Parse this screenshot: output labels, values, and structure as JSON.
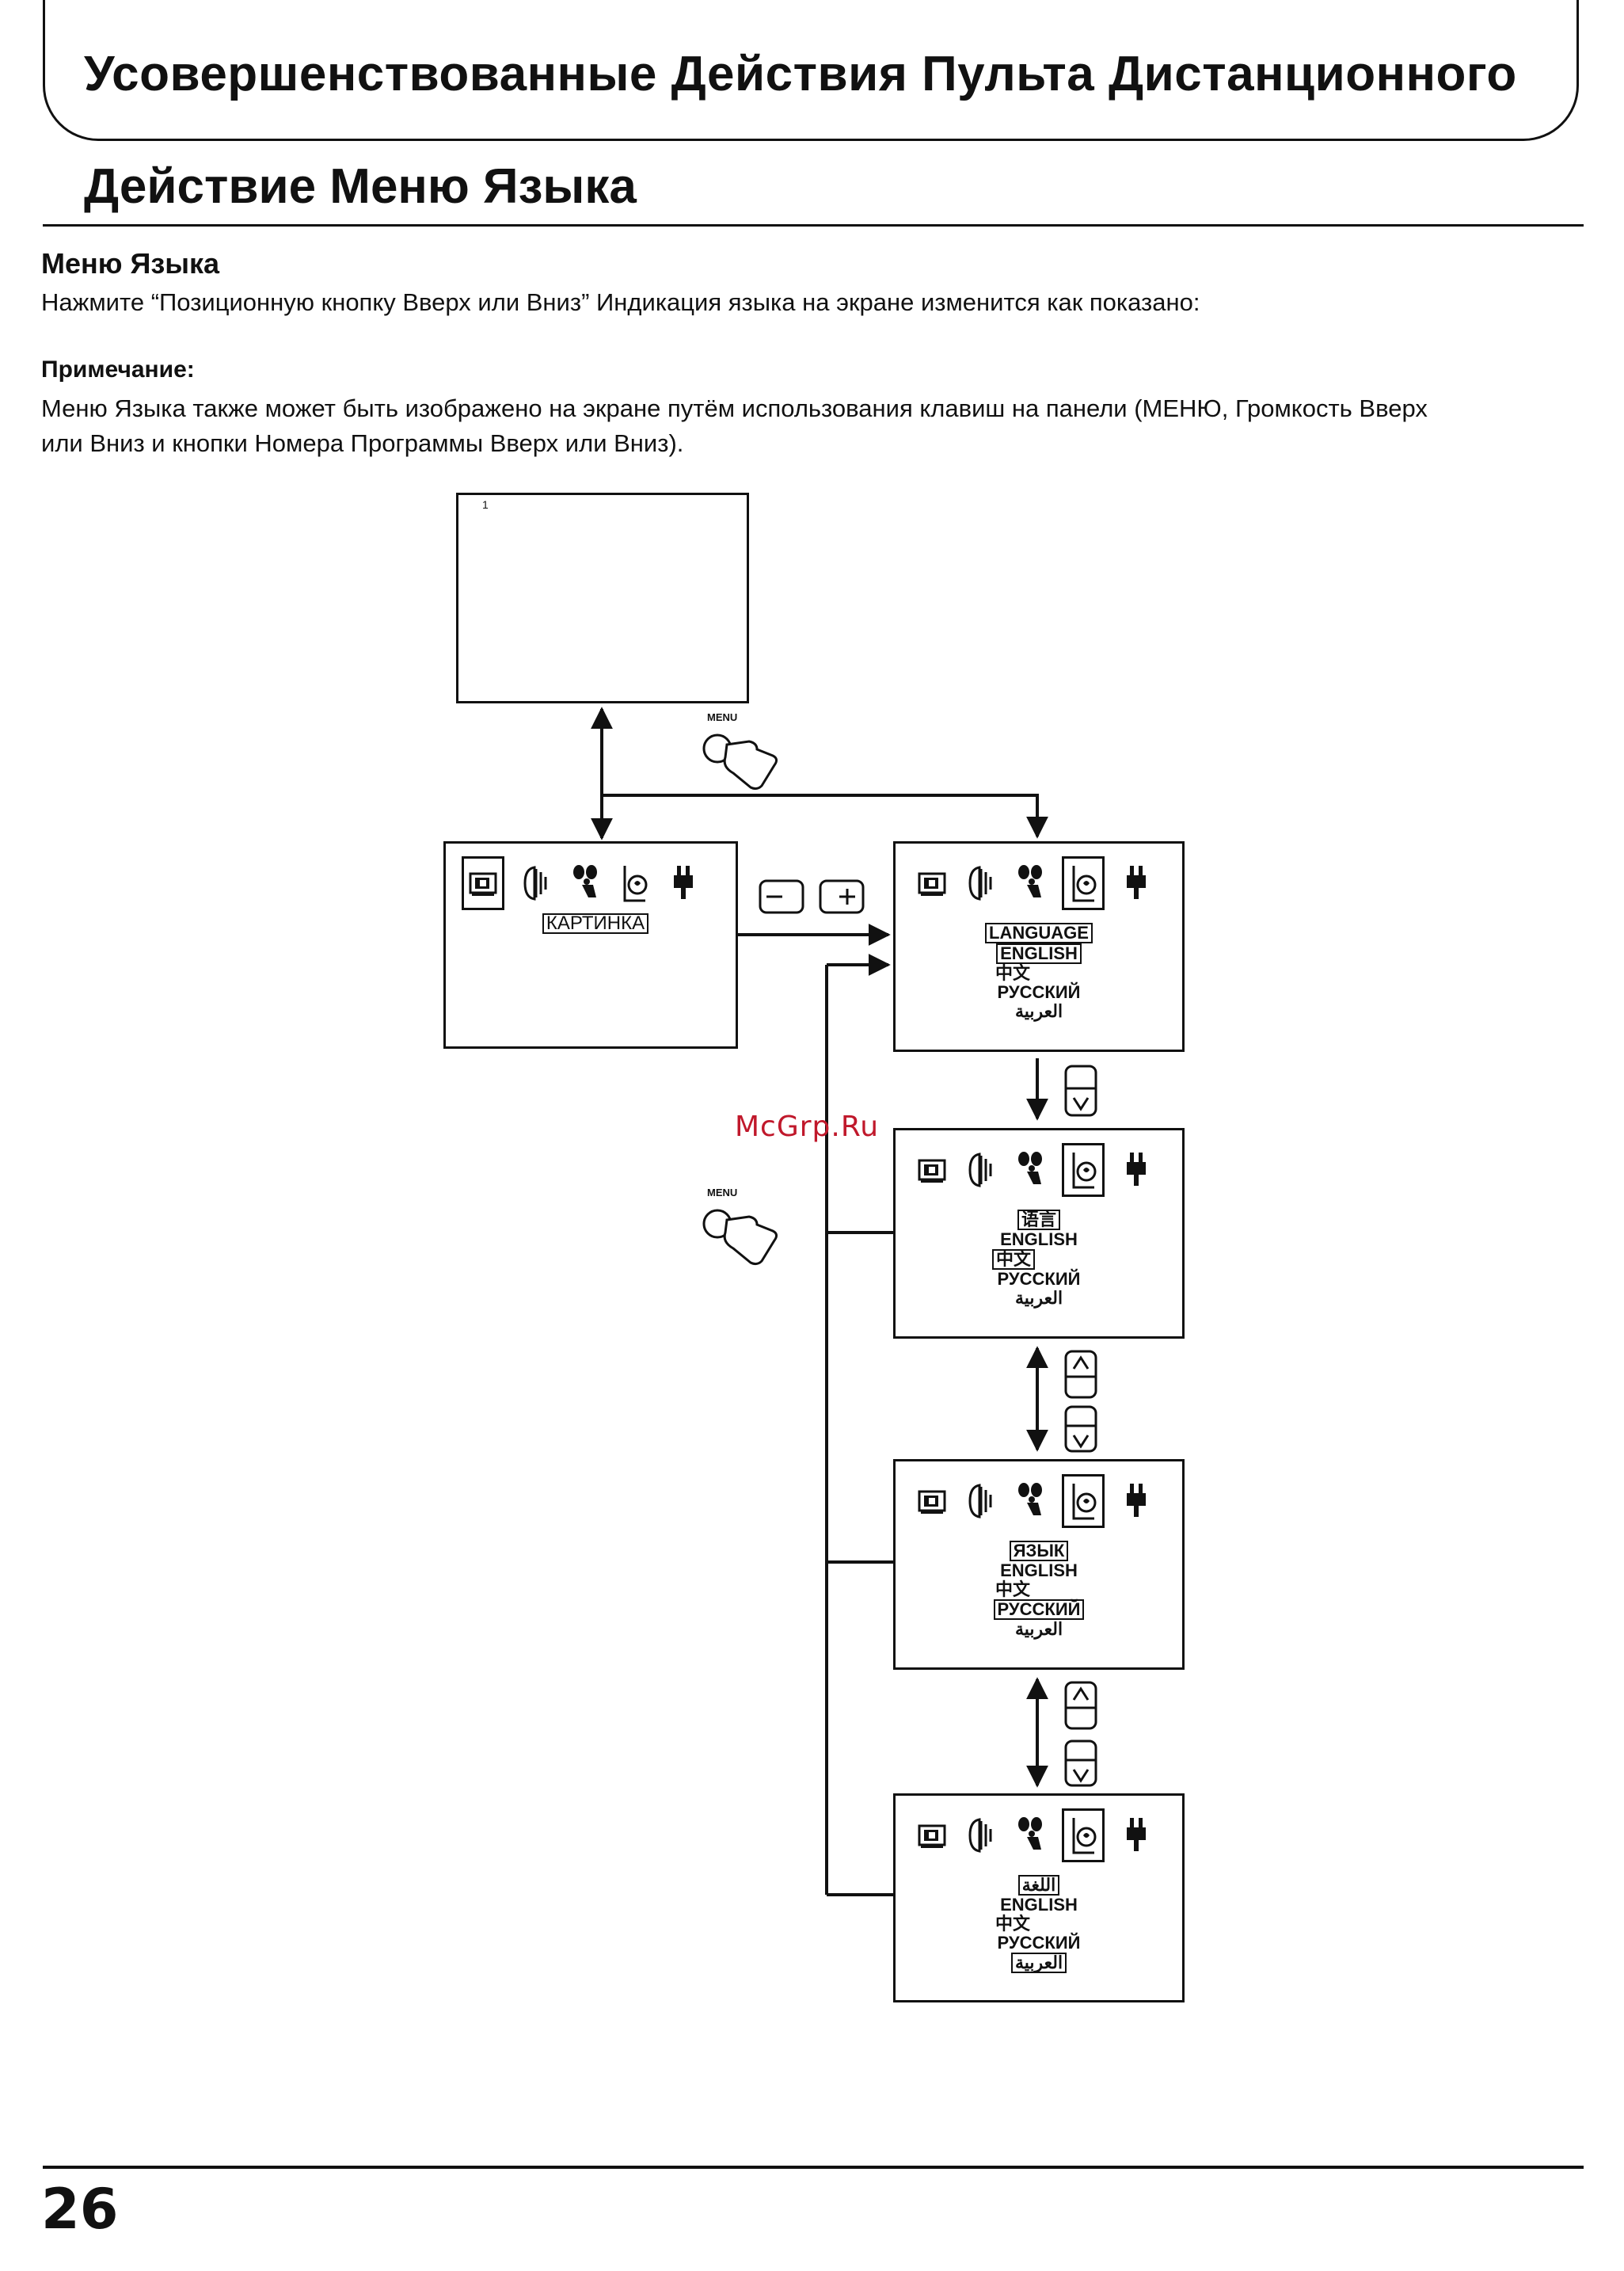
{
  "header": {
    "title": "Усовершенствованные Действия Пульта Дистанционного"
  },
  "section": {
    "title": "Действие Меню Языка"
  },
  "intro": {
    "heading": "Меню Языка",
    "text": "Нажмите “Позиционную кнопку Вверх или Вниз” Индикация языка на экране изменится как показано:"
  },
  "note": {
    "heading": "Примечание:",
    "line1": "Меню Языка также может быть изображено на экране путём использования клавиш на панели (МЕНЮ, Громкость Вверх",
    "line2": "или Вниз и кнопки Номера Программы Вверх или Вниз)."
  },
  "diagram": {
    "tv_channel": "1",
    "menu_button_label": "MENU",
    "picture_menu_label": "КАРТИНКА",
    "screen1": [
      "LANGUAGE",
      "ENGLISH",
      "中文",
      "РУССКИЙ",
      "العربية"
    ],
    "screen2": [
      "语言",
      "ENGLISH",
      "中文",
      "РУССКИЙ",
      "العربية"
    ],
    "screen3": [
      "ЯЗЫК",
      "ENGLISH",
      "中文",
      "РУССКИЙ",
      "العربية"
    ],
    "screen4": [
      "اللغة",
      "ENGLISH",
      "中文",
      "РУССКИЙ",
      "العربية"
    ]
  },
  "watermark": "McGrp.Ru",
  "page_number": "26"
}
